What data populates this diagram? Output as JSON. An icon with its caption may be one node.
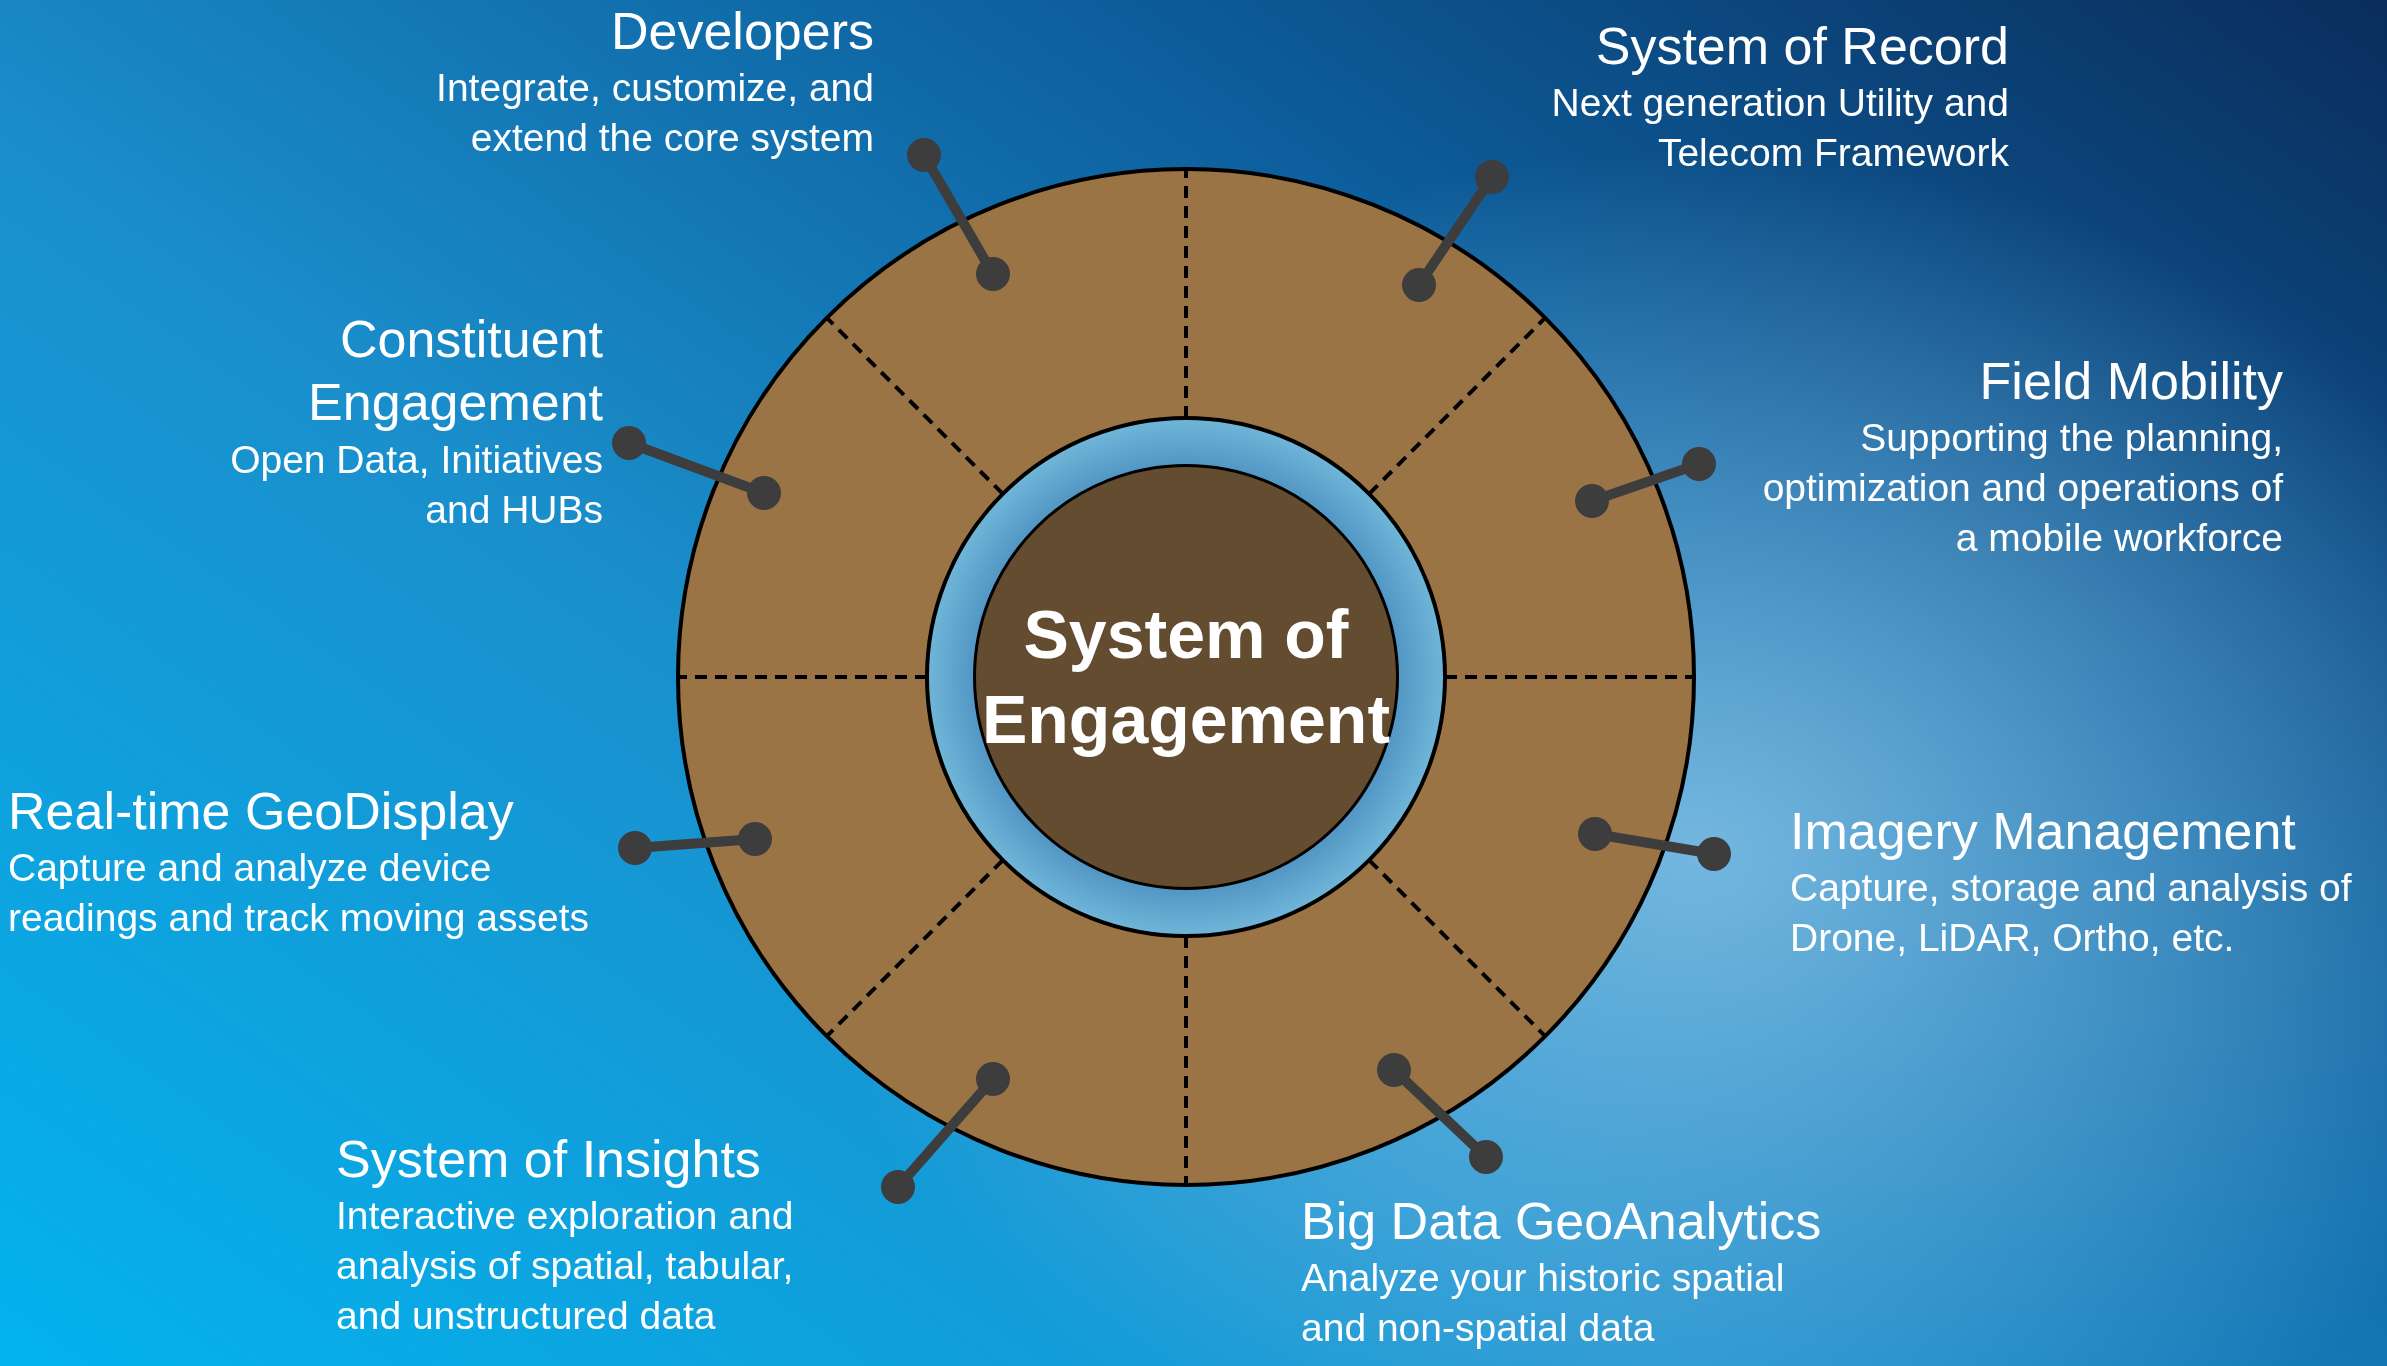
{
  "diagram": {
    "nodes": [
      {
        "text": [
          "Developers",
          "Integrate, customize, and extend the core system"
        ]
      },
      {
        "text": [
          "System of Record",
          "Next generation Utility and Telecom Framework"
        ]
      },
      {
        "text": [
          "Constituent Engagement",
          "Open Data, Initiatives and HUBs"
        ]
      },
      {
        "text": [
          "Field Mobility",
          "Supporting the planning, optimization and operations of a mobile workforce"
        ]
      },
      {
        "text": [
          "System of Engagement"
        ]
      },
      {
        "text": [
          "Real-time GeoDisplay",
          "Capture and analyze device readings and track moving assets"
        ]
      },
      {
        "text": [
          "Imagery Management",
          "Capture, storage and analysis of Drone, LiDAR, Ortho, etc."
        ]
      },
      {
        "text": [
          "System of Insights",
          "Interactive exploration and analysis of spatial, tabular, and unstructured data"
        ]
      },
      {
        "text": [
          "Big Data GeoAnalytics",
          "Analyze your historic spatial and non-spatial data"
        ]
      },
      {
        "text": [],
        "shape": "segment"
      },
      {
        "text": [],
        "shape": "segment"
      },
      {
        "text": [],
        "shape": "segment"
      },
      {
        "text": [],
        "shape": "segment"
      },
      {
        "text": [],
        "shape": "segment"
      },
      {
        "text": [],
        "shape": "segment"
      },
      {
        "text": [],
        "shape": "segment"
      },
      {
        "text": [],
        "shape": "segment"
      }
    ],
    "edges": [
      {
        "from": 0,
        "to": 9,
        "arrow": "other"
      },
      {
        "from": 1,
        "to": 10,
        "arrow": "other"
      },
      {
        "from": 2,
        "to": 11,
        "arrow": "other"
      },
      {
        "from": 3,
        "to": 12,
        "arrow": "other"
      },
      {
        "from": 5,
        "to": 13,
        "arrow": "other"
      },
      {
        "from": 6,
        "to": 14,
        "arrow": "other"
      },
      {
        "from": 7,
        "to": 15,
        "arrow": "other"
      },
      {
        "from": 8,
        "to": 16,
        "arrow": "other"
      }
    ]
  }
}
